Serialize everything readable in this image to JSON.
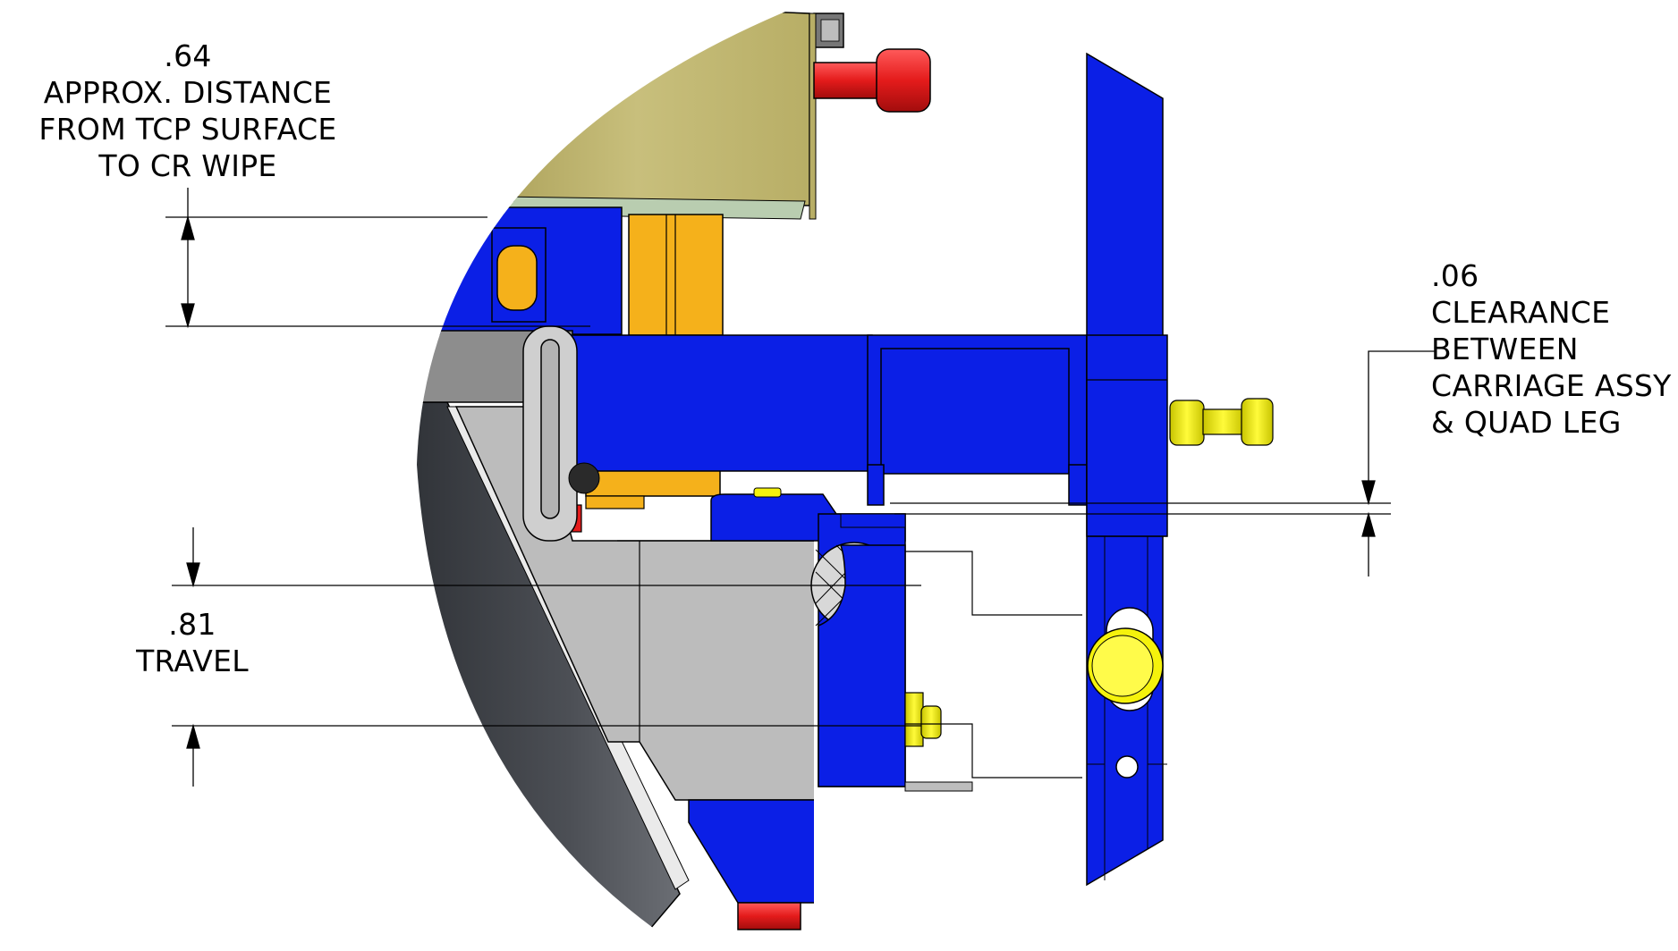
{
  "annotations": {
    "distance": {
      "value": ".64",
      "line1": "APPROX. DISTANCE",
      "line2": "FROM TCP SURFACE",
      "line3": "TO CR WIPE"
    },
    "clearance": {
      "value": ".06",
      "line1": "CLEARANCE",
      "line2": "BETWEEN",
      "line3": "CARRIAGE ASSY",
      "line4": "& QUAD LEG"
    },
    "travel": {
      "value": ".81",
      "line1": "TRAVEL"
    }
  },
  "colors": {
    "blue_part": "#0b1fe6",
    "tan_plate": "#c2b772",
    "orange_part": "#f5b11b",
    "yellow_screw": "#f5f20c",
    "red_screw": "#e41b1b",
    "gray_part": "#bdbdbd",
    "dark_plate": "#45484e"
  }
}
